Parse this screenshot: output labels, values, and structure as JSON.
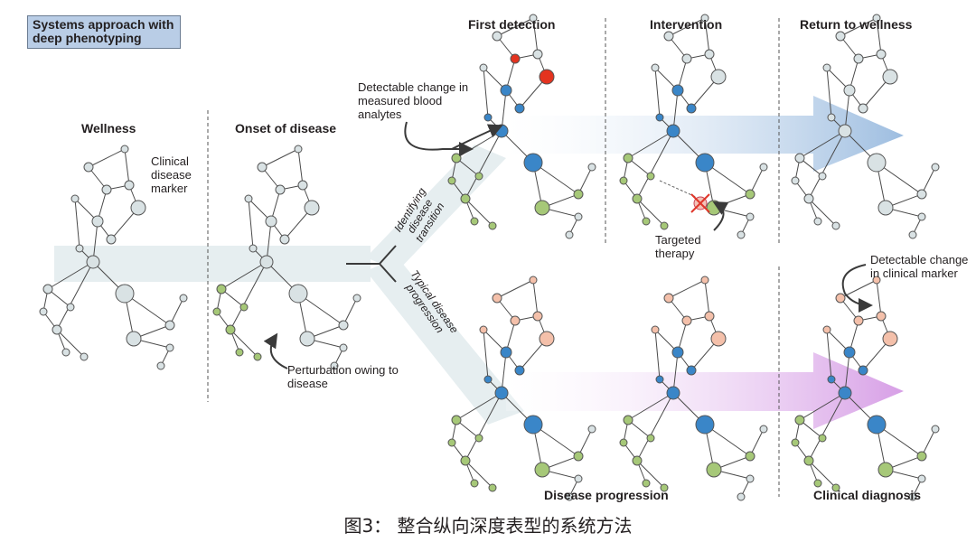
{
  "title_box": "Systems approach with deep phenotyping",
  "headings": {
    "wellness": "Wellness",
    "onset": "Onset of disease",
    "first_detection": "First detection",
    "intervention": "Intervention",
    "return": "Return to wellness",
    "progression": "Disease progression",
    "diagnosis": "Clinical diagnosis"
  },
  "labels": {
    "clinical_marker": "Clinical disease marker",
    "perturbation": "Perturbation owing to disease",
    "detectable_blood": "Detectable change in measured blood analytes",
    "targeted_therapy": "Targeted therapy",
    "detectable_clinical": "Detectable change in clinical marker",
    "identifying": "Identifying disease transition",
    "typical": "Typical disease progression"
  },
  "caption": "图3： 整合纵向深度表型的系统方法",
  "colors": {
    "node_default": "#d9e2e4",
    "node_blue": "#3a86c8",
    "node_green": "#a6c878",
    "node_red": "#e4331f",
    "node_salmon": "#f4c0aa",
    "arrow_blue": "#a9c5e2",
    "arrow_purple": "#d9a9e6",
    "band": "#e3ecee"
  }
}
